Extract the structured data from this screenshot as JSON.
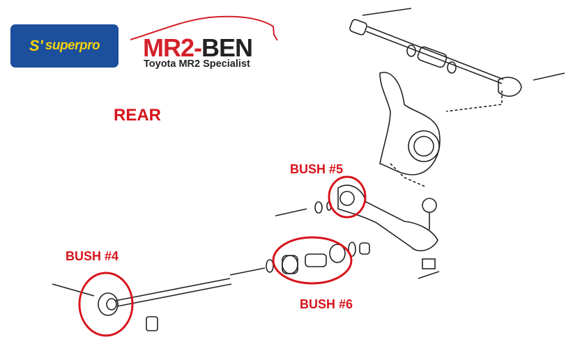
{
  "logos": {
    "superpro": "superpro",
    "mr2ben_main_red": "MR2-",
    "mr2ben_main_dark": "BEN",
    "mr2ben_tagline": "Toyota MR2 Specialist"
  },
  "labels": {
    "rear": "REAR",
    "bush5": "BUSH #5",
    "bush4": "BUSH #4",
    "bush6": "BUSH #6"
  },
  "colors": {
    "highlight": "#d7141b",
    "superpro_blue": "#1c4f9c",
    "superpro_yellow": "#f5d20a"
  }
}
